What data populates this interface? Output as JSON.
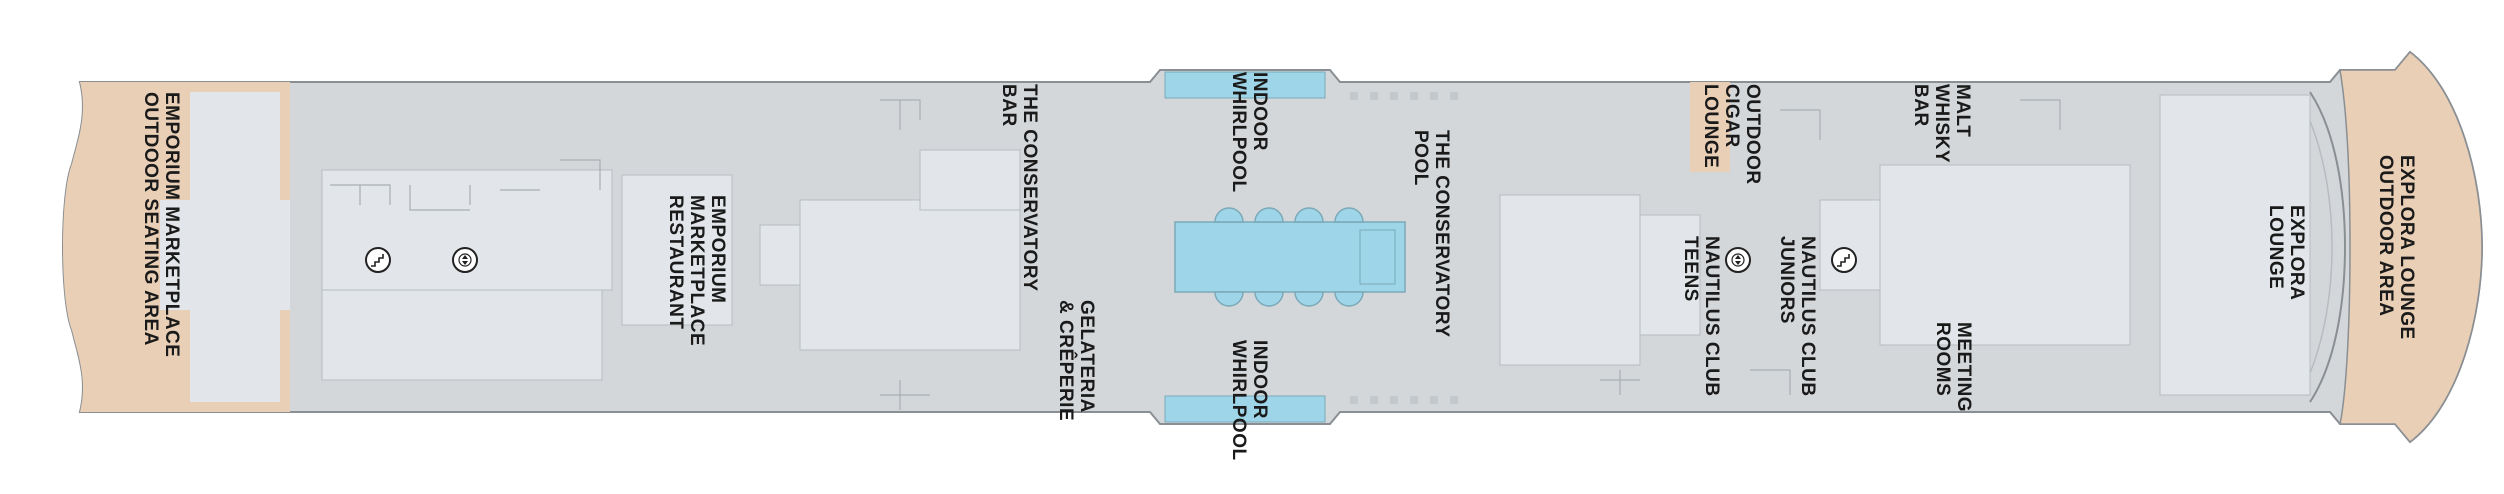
{
  "colors": {
    "hull": "#d4d7da",
    "room": "#e2e6ea",
    "outdoor": "#e9cfb6",
    "pool": "#9fd5e8",
    "edge": "#8a8f94",
    "text": "#1a1a1a"
  },
  "labels": {
    "emporium_outdoor": "EMPORIUM MARKETPLACE\nOUTDOOR SEATING AREA",
    "emporium_restaurant": "EMPORIUM\nMARKETPLACE\nRESTAURANT",
    "conservatory_bar": "THE CONSERVATORY\nBAR",
    "gelateria": "GELATERIA\n& CRÊPERIE",
    "whirlpool_top": "INDOOR\nWHIRLPOOL",
    "whirlpool_bottom": "INDOOR\nWHIRLPOOL",
    "conservatory_pool": "THE CONSERVATORY\nPOOL",
    "outdoor_cigar": "OUTDOOR\nCIGAR\nLOUNGE",
    "nautilus_teens": "NAUTILUS CLUB\nTEENS",
    "nautilus_juniors": "NAUTILUS CLUB\nJUNIORS",
    "malt_whisky": "MALT\nWHISKY\nBAR",
    "meeting_rooms": "MEETING\nROOMS",
    "explora_lounge": "EXPLORA\nLOUNGE",
    "explora_outdoor": "EXPLORA LOUNGE\nOUTDOOR AREA"
  },
  "icons": [
    "stairs-icon",
    "elevator-icon",
    "elevator-icon",
    "stairs-icon"
  ]
}
